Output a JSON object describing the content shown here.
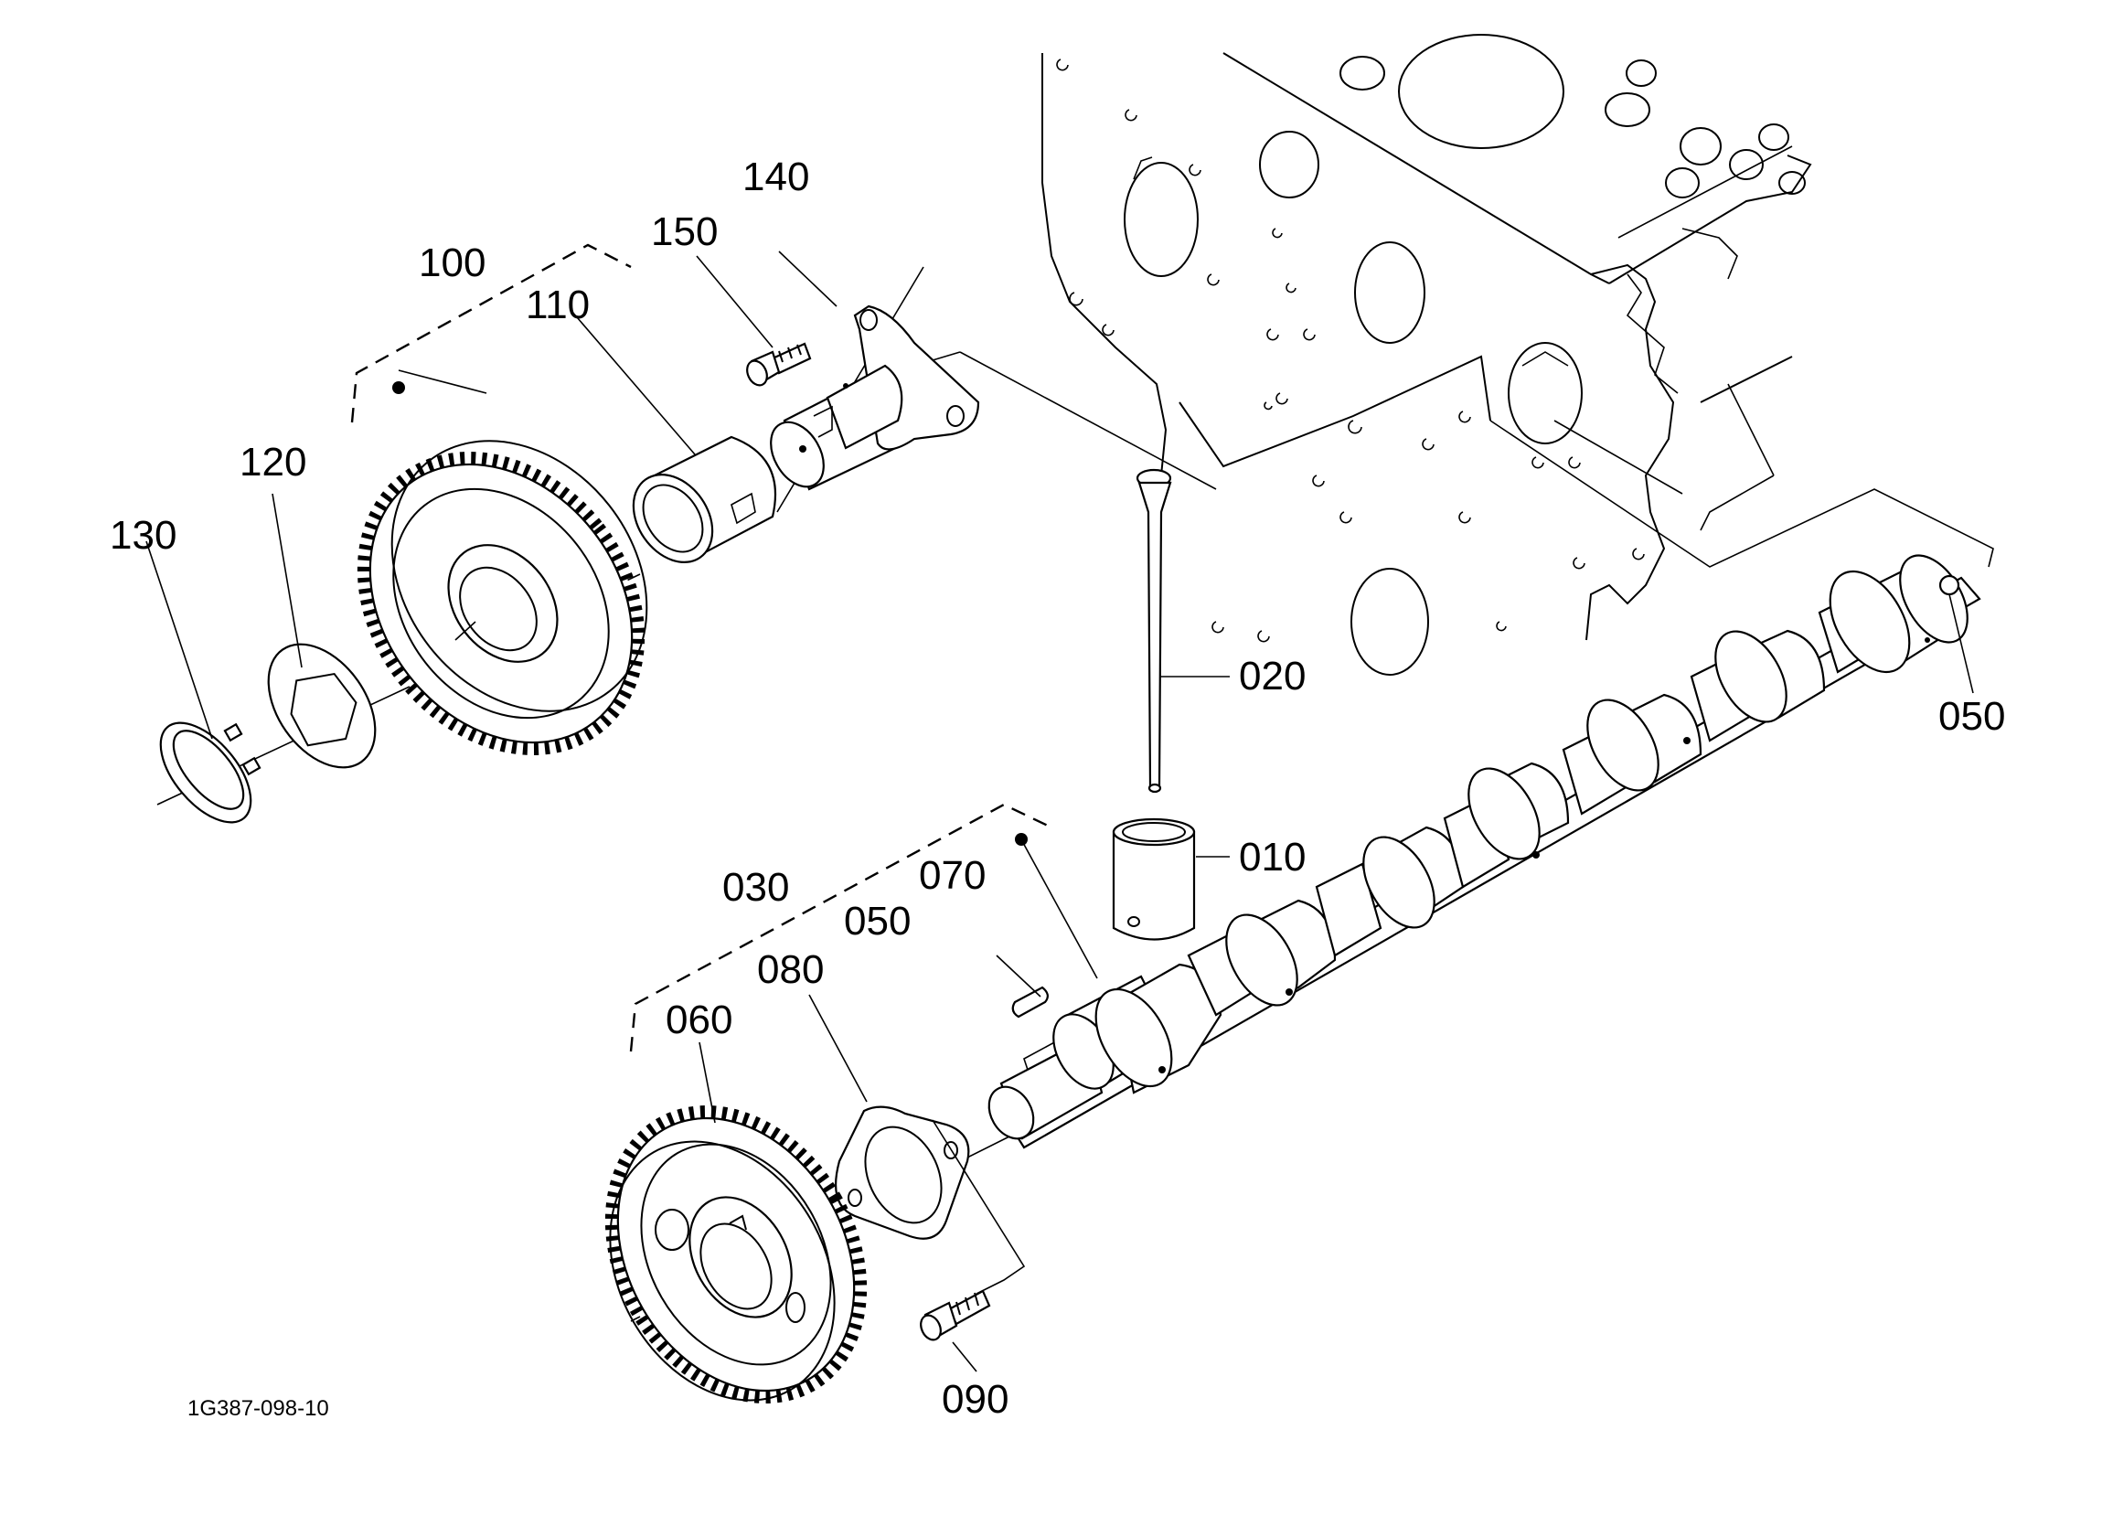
{
  "diagram": {
    "drawing_number": "1G387-098-10",
    "callouts": {
      "p010": "010",
      "p020": "020",
      "p030": "030",
      "p050_right": "050",
      "p050_left": "050",
      "p060": "060",
      "p070": "070",
      "p080": "080",
      "p090": "090",
      "p100": "100",
      "p110": "110",
      "p120": "120",
      "p130": "130",
      "p140": "140",
      "p150": "150"
    }
  }
}
